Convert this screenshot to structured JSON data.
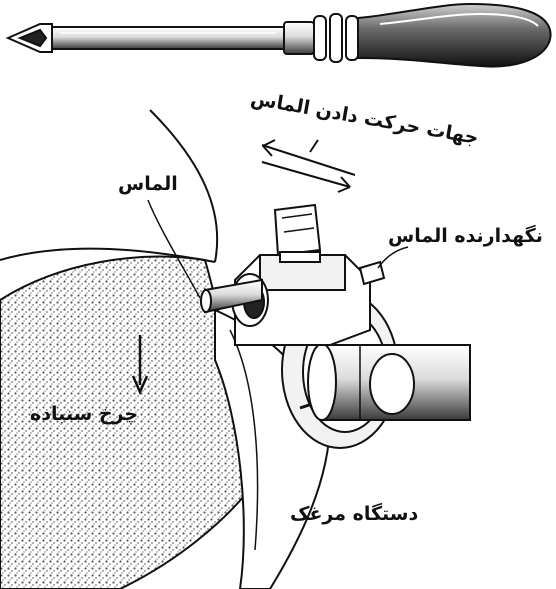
{
  "labels": {
    "diamond_direction": "جهات حرکت دادن الماس",
    "diamond": "الماس",
    "diamond_holder": "نگهدارنده الماس",
    "grinding_wheel": "چرخ سنباده",
    "tailstock_device": "دستگاه مرغک"
  },
  "colors": {
    "ink": "#111111",
    "paper": "#ffffff",
    "wheel_grain": "#6e6e6e",
    "metal_light": "#f2f2f2",
    "metal_dark": "#2a2a2a"
  }
}
